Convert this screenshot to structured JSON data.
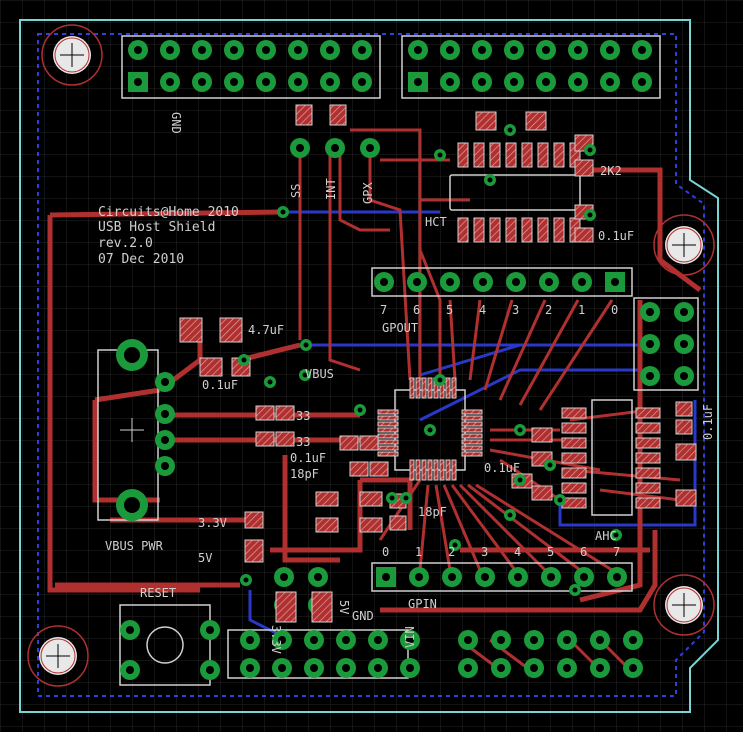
{
  "board": {
    "credit_lines": [
      "Circuits@Home 2010",
      "USB Host Shield",
      "rev.2.0",
      "07 Dec 2010"
    ]
  },
  "labels": {
    "gnd_top": "GND",
    "ss": "SS",
    "int": "INT",
    "gpx": "GPX",
    "r2k2": "2K2",
    "hct": "HCT",
    "c01_top": "0.1uF",
    "c47": "4.7uF",
    "c01_left": "0.1uF",
    "vbus": "VBUS",
    "r33a": "33",
    "r33b": "33",
    "c01_mid": "0.1uF",
    "c18a": "18pF",
    "c01_center": "0.1uF",
    "c18b": "18pF",
    "c01_right": "0.1uF",
    "ahc": "AHC",
    "v33": "3.3V",
    "vbus_pwr": "VBUS PWR",
    "v5": "5V",
    "reset": "RESET",
    "v33_vert": "3.3V",
    "v5_vert": "5V",
    "gnd_bottom": "GND",
    "vin": "VIN",
    "gpout": "GPOUT",
    "gpin": "GPIN",
    "gpout_pins": [
      "7",
      "6",
      "5",
      "4",
      "3",
      "2",
      "1",
      "0"
    ],
    "gpin_pins": [
      "0",
      "1",
      "2",
      "3",
      "4",
      "5",
      "6",
      "7"
    ]
  },
  "colors": {
    "background": "#000000",
    "grid": "#2a2a2a",
    "copper_top": "#b03030",
    "copper_bottom": "#2838c8",
    "pad": "#1a9a3a",
    "silk": "#d0d0d0",
    "outline": "#7ad4d4"
  }
}
